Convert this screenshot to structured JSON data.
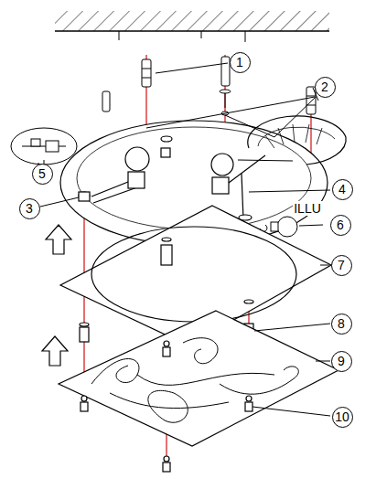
{
  "diagram": {
    "labels": [
      "1",
      "2",
      "5",
      "4",
      "3",
      "ILLU",
      "6",
      "7",
      "8",
      "9",
      "10"
    ]
  }
}
